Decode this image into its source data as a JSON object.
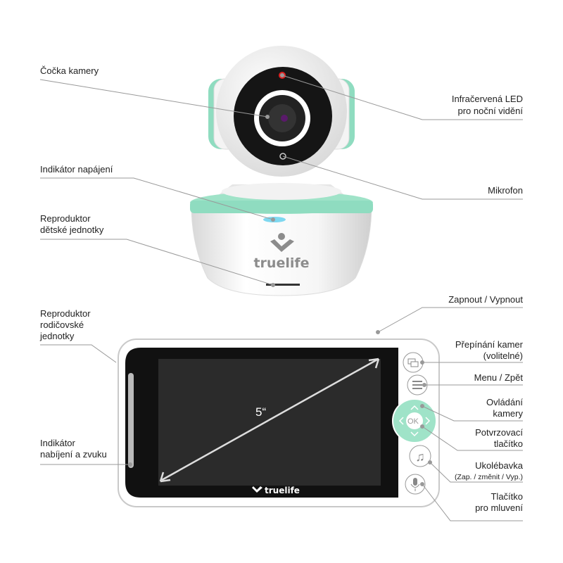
{
  "labels": {
    "lens": "Čočka kamery",
    "ir_led_1": "Infračervená LED",
    "ir_led_2": "pro noční vidění",
    "microphone": "Mikrofon",
    "power_indicator": "Indikátor napájení",
    "baby_speaker_1": "Reproduktor",
    "baby_speaker_2": "dětské jednotky",
    "power_switch": "Zapnout / Vypnout",
    "parent_speaker_1": "Reproduktor",
    "parent_speaker_2": "rodičovské",
    "parent_speaker_3": "jednotky",
    "camera_switch_1": "Přepínání kamer",
    "camera_switch_2": "(volitelné)",
    "menu": "Menu / Zpět",
    "camera_control_1": "Ovládání",
    "camera_control_2": "kamery",
    "confirm_1": "Potvrzovací",
    "confirm_2": "tlačítko",
    "charge_indicator_1": "Indikátor",
    "charge_indicator_2": "nabíjení a zvuku",
    "lullaby_1": "Ukolébavka",
    "lullaby_2": "(Zap. / změnit / Vyp.)",
    "talk_1": "Tlačítko",
    "talk_2": "pro mluvení"
  },
  "device": {
    "brand": "truelife",
    "screen_size": "5“",
    "ok_button": "OK"
  },
  "colors": {
    "accent": "#8fdcc0",
    "led_red": "#e02020",
    "led_blue": "#7fd8f0"
  }
}
